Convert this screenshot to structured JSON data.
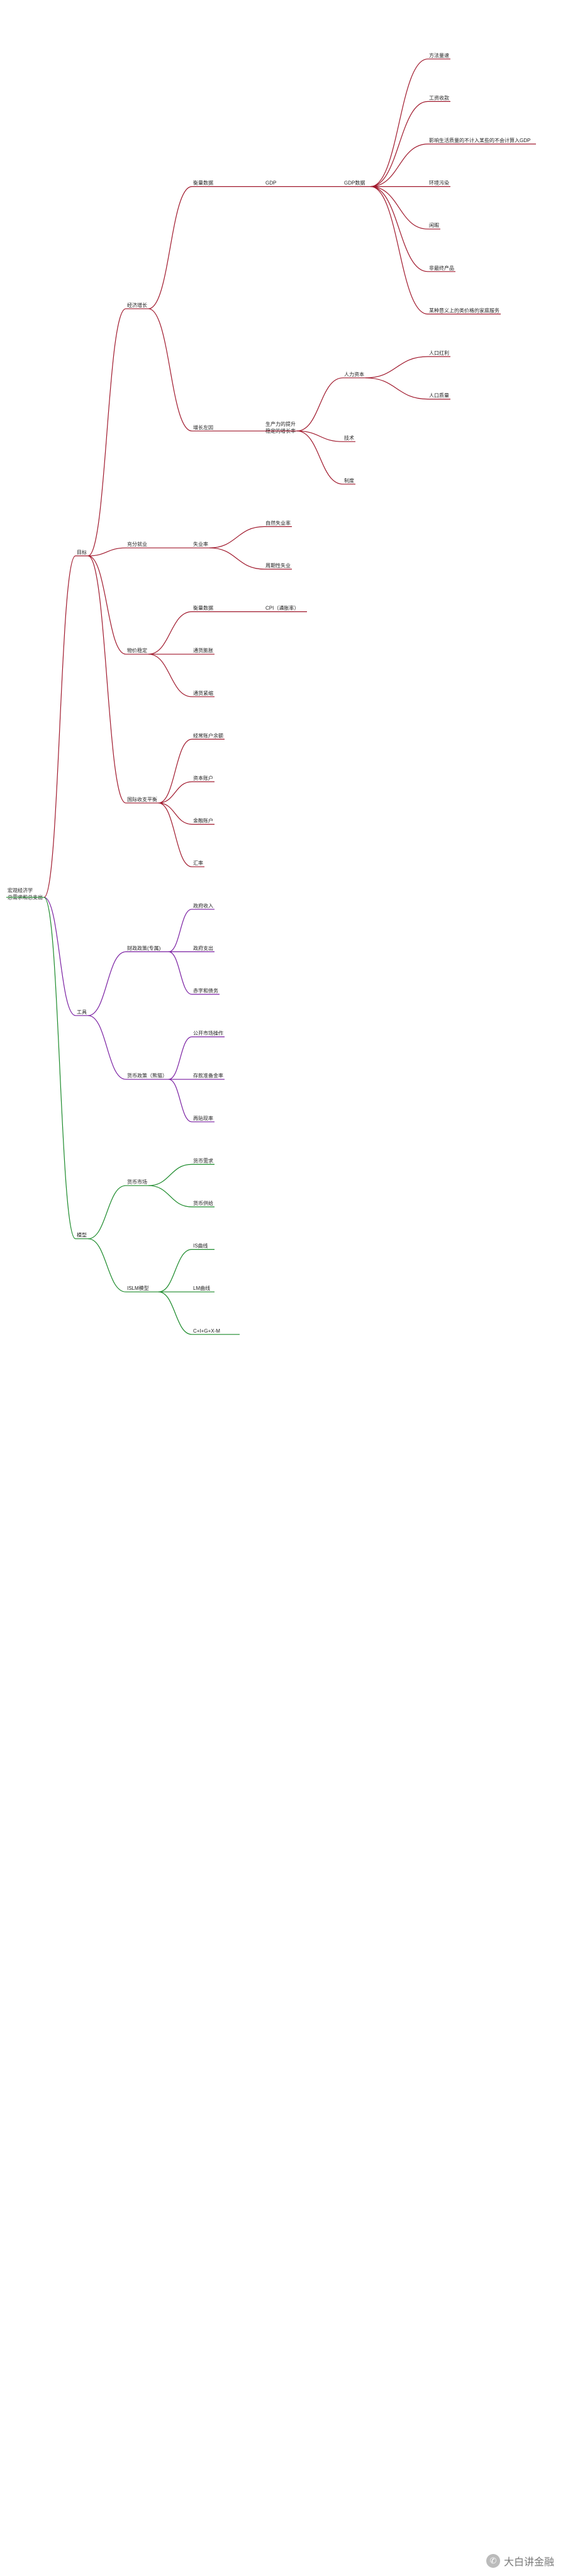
{
  "root": {
    "label": "宏观经济学\n总需求和总支出"
  },
  "colors": {
    "econ_growth": "#a0192d",
    "finance": "#7a1fa2",
    "models": "#1b8a2a",
    "trunk": "#1b8a2a",
    "highlight": "#c00000"
  },
  "watermark": {
    "icon": "wechat-icon",
    "text": "大白讲金融"
  },
  "groups": [
    {
      "label": "目标",
      "color": "#a0192d",
      "children": [
        {
          "label": "经济增长",
          "children": [
            {
              "label": "衡量数据",
              "children": [
                {
                  "label": "GDP",
                  "children": [
                    {
                      "label": "GDP数据",
                      "children": [
                        {
                          "label": "方法量速"
                        },
                        {
                          "label": "工资收款"
                        },
                        {
                          "label": "影响生活质量的不计入某些的不会计算入GDP"
                        },
                        {
                          "label": "环境污染"
                        },
                        {
                          "label": "闲暇"
                        },
                        {
                          "label": "非最终产品"
                        },
                        {
                          "label": "某种意义上的类价格的家庭服务"
                        }
                      ]
                    }
                  ]
                }
              ]
            },
            {
              "label": "增长左因",
              "children": [
                {
                  "label": "生产力的提升\n稳定的增长率",
                  "children": [
                    {
                      "label": "人力资本",
                      "children": [
                        {
                          "label": "人口红利"
                        },
                        {
                          "label": "人口质量"
                        }
                      ]
                    },
                    {
                      "label": "技术"
                    },
                    {
                      "label": "制度"
                    }
                  ]
                }
              ]
            }
          ]
        },
        {
          "label": "充分就业",
          "children": [
            {
              "label": "失业率",
              "children": [
                {
                  "label": "自然失业率"
                },
                {
                  "label": "周期性失业"
                }
              ]
            }
          ]
        },
        {
          "label": "物价稳定",
          "children": [
            {
              "label": "衡量数据",
              "children": [
                {
                  "label": "CPI（通胀率）"
                }
              ]
            },
            {
              "label": "通货膨胀"
            },
            {
              "label": "通货紧缩"
            }
          ]
        },
        {
          "label": "国际收支平衡",
          "children": [
            {
              "label": "经常账户余额"
            },
            {
              "label": "资本账户"
            },
            {
              "label": "金融账户"
            },
            {
              "label": "汇率"
            }
          ]
        }
      ]
    },
    {
      "label": "工具",
      "color": "#7a1fa2",
      "children": [
        {
          "label": "财政政策(专属)",
          "children": [
            {
              "label": "政府收入"
            },
            {
              "label": "政府支出"
            },
            {
              "label": "赤字和债务"
            }
          ]
        },
        {
          "label": "货币政策（熊猫）",
          "children": [
            {
              "label": "公开市场操作"
            },
            {
              "label": "存款准备金率"
            },
            {
              "label": "再贴现率"
            }
          ]
        }
      ]
    },
    {
      "label": "模型",
      "color": "#1b8a2a",
      "children": [
        {
          "label": "货币市场",
          "children": [
            {
              "label": "货币需求"
            },
            {
              "label": "货币供给"
            }
          ]
        },
        {
          "label": "ISLM模型",
          "children": [
            {
              "label": "IS曲线"
            },
            {
              "label": "LM曲线"
            },
            {
              "label": "C+I+G+X-M"
            }
          ]
        }
      ]
    }
  ]
}
